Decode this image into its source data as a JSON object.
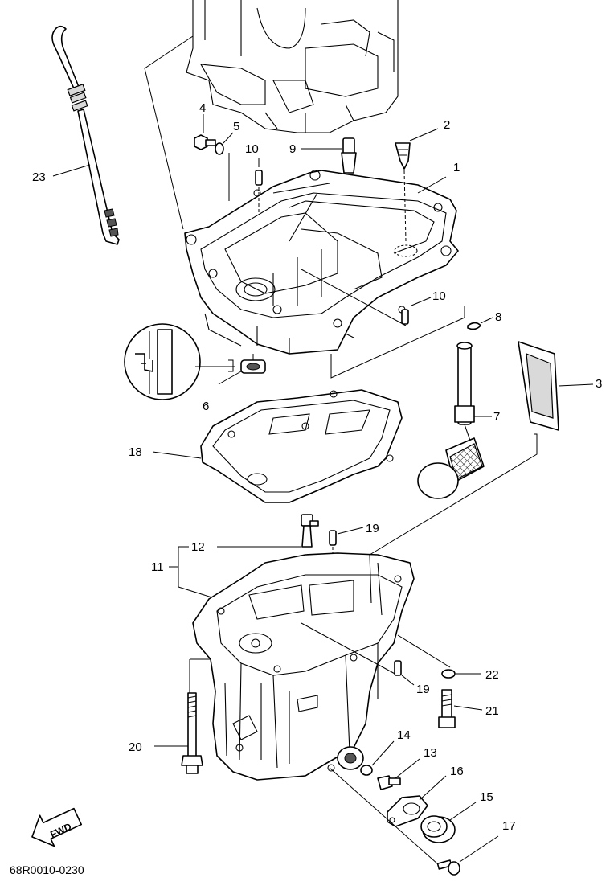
{
  "diagram_code": "68R0010-0230",
  "fwd_label": "FWD",
  "callouts": [
    "1",
    "2",
    "3",
    "4",
    "5",
    "6",
    "7",
    "8",
    "9",
    "10",
    "10",
    "11",
    "12",
    "13",
    "14",
    "15",
    "16",
    "17",
    "18",
    "19",
    "19",
    "20",
    "21",
    "22",
    "23"
  ]
}
